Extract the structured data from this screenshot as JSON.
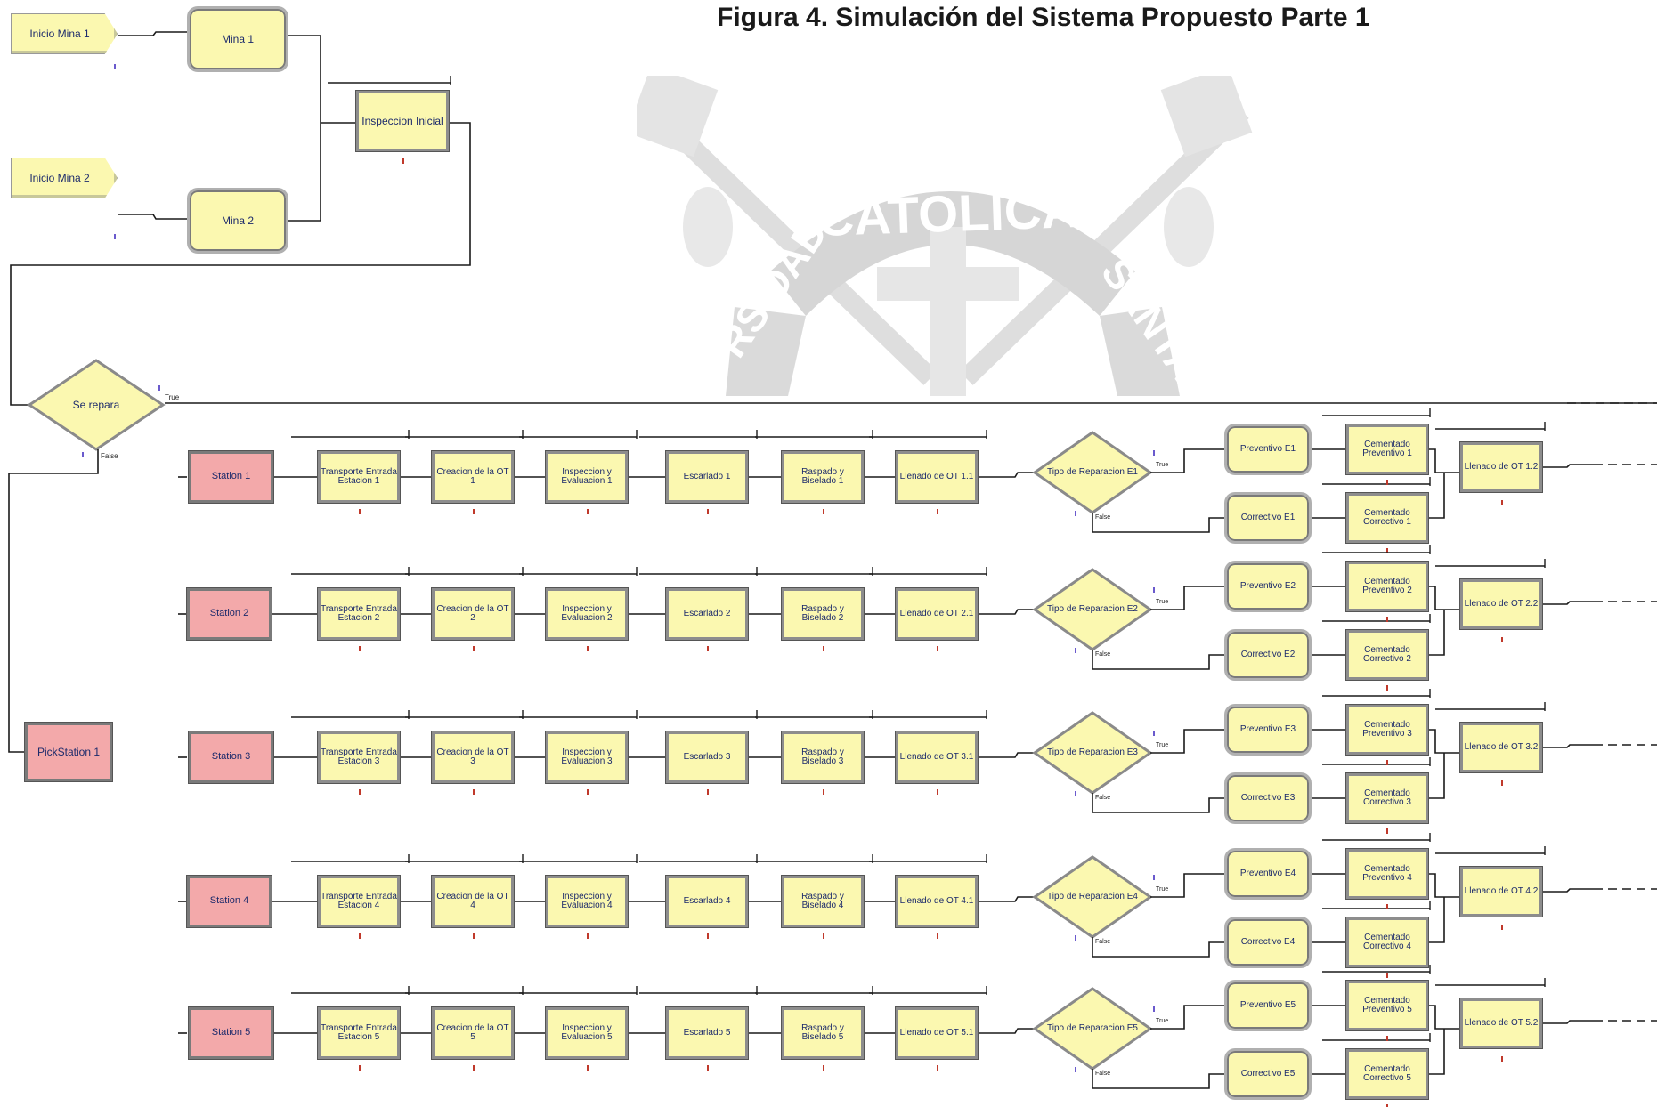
{
  "title": "Figura 4. Simulación del Sistema Propuesto Parte 1",
  "watermark": {
    "arc_text_top": "CATOLICA",
    "arc_text_left": "RSIDAD",
    "arc_text_right": "SANTA"
  },
  "colors": {
    "process_fill": "#fbf8b0",
    "station_fill": "#f3a9aa",
    "line": "#1a1a1a",
    "label_text": "#1c2a6b",
    "watermark": "#d9d9d9"
  },
  "top": {
    "create1": "Inicio Mina 1",
    "create2": "Inicio Mina 2",
    "mina1": "Mina 1",
    "mina2": "Mina 2",
    "inspeccion_inicial": "Inspeccion Inicial",
    "decide": "Se repara",
    "true_label": "True",
    "false_label": "False",
    "pickstation": "PickStation 1"
  },
  "rows": [
    {
      "station": "Station 1",
      "transporte": "Transporte Entrada Estacion 1",
      "creacion": "Creacion de la OT 1",
      "inspeccion": "Inspeccion y Evaluacion 1",
      "escarlado": "Escarlado 1",
      "raspado": "Raspado y Biselado 1",
      "llenado1": "Llenado de OT 1.1",
      "decide": "Tipo de Reparacion E1",
      "preventivo": "Preventivo E1",
      "correctivo": "Correctivo E1",
      "cem_prev": "Cementado Preventivo 1",
      "cem_corr": "Cementado Correctivo 1",
      "llenado2": "Llenado de OT 1.2",
      "true_label": "True",
      "false_label": "False"
    },
    {
      "station": "Station 2",
      "transporte": "Transporte Entrada Estacion 2",
      "creacion": "Creacion de la OT 2",
      "inspeccion": "Inspeccion y Evaluacion 2",
      "escarlado": "Escarlado 2",
      "raspado": "Raspado y Biselado 2",
      "llenado1": "Llenado de OT 2.1",
      "decide": "Tipo de Reparacion E2",
      "preventivo": "Preventivo E2",
      "correctivo": "Correctivo E2",
      "cem_prev": "Cementado Preventivo 2",
      "cem_corr": "Cementado Correctivo 2",
      "llenado2": "Llenado de OT 2.2",
      "true_label": "True",
      "false_label": "False"
    },
    {
      "station": "Station 3",
      "transporte": "Transporte Entrada Estacion 3",
      "creacion": "Creacion de la OT 3",
      "inspeccion": "Inspeccion y Evaluacion 3",
      "escarlado": "Escarlado 3",
      "raspado": "Raspado y Biselado 3",
      "llenado1": "Llenado de OT 3.1",
      "decide": "Tipo de Reparacion E3",
      "preventivo": "Preventivo E3",
      "correctivo": "Correctivo E3",
      "cem_prev": "Cementado Preventivo 3",
      "cem_corr": "Cementado Correctivo 3",
      "llenado2": "Llenado de OT 3.2",
      "true_label": "True",
      "false_label": "False"
    },
    {
      "station": "Station 4",
      "transporte": "Transporte Entrada Estacion 4",
      "creacion": "Creacion de la OT 4",
      "inspeccion": "Inspeccion y Evaluacion 4",
      "escarlado": "Escarlado 4",
      "raspado": "Raspado y Biselado 4",
      "llenado1": "Llenado de OT 4.1",
      "decide": "Tipo de Reparacion E4",
      "preventivo": "Preventivo E4",
      "correctivo": "Correctivo E4",
      "cem_prev": "Cementado Preventivo 4",
      "cem_corr": "Cementado Correctivo 4",
      "llenado2": "Llenado de OT 4.2",
      "true_label": "True",
      "false_label": "False"
    },
    {
      "station": "Station 5",
      "transporte": "Transporte Entrada Estacion 5",
      "creacion": "Creacion de la OT 5",
      "inspeccion": "Inspeccion y Evaluacion 5",
      "escarlado": "Escarlado 5",
      "raspado": "Raspado y Biselado 5",
      "llenado1": "Llenado de OT 5.1",
      "decide": "Tipo de Reparacion E5",
      "preventivo": "Preventivo E5",
      "correctivo": "Correctivo E5",
      "cem_prev": "Cementado Preventivo 5",
      "cem_corr": "Cementado Correctivo 5",
      "llenado2": "Llenado de OT 5.2",
      "true_label": "True",
      "false_label": "False"
    }
  ]
}
